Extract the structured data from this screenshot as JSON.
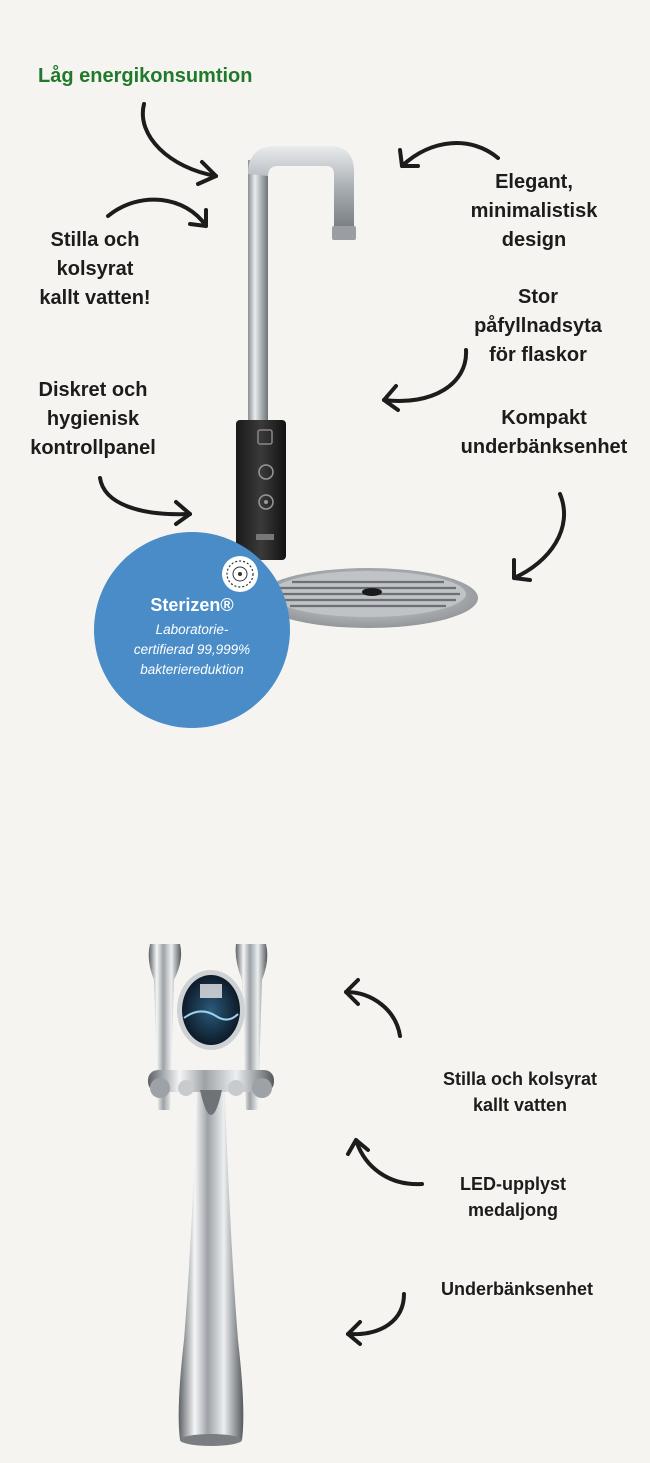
{
  "top_section": {
    "label_energy": "Låg energikonsumtion",
    "label_still": [
      "Stilla och",
      "kolsyrat",
      "kallt vatten!"
    ],
    "label_panel": [
      "Diskret och",
      "hygienisk",
      "kontrollpanel"
    ],
    "label_design": [
      "Elegant,",
      "minimalistisk",
      "design"
    ],
    "label_refill": [
      "Stor",
      "påfyllnadsyta",
      "för flaskor"
    ],
    "label_compact": [
      "Kompakt",
      "underbänksenhet"
    ],
    "badge": {
      "title": "Sterizen®",
      "subtitle": [
        "Laboratorie-",
        "certifierad 99,999%",
        "bakteriereduktion"
      ]
    }
  },
  "bottom_section": {
    "label_still": [
      "Stilla och kolsyrat",
      "kallt vatten"
    ],
    "label_led": [
      "LED-upplyst",
      "medaljong"
    ],
    "label_under": "Underbänksenhet"
  },
  "colors": {
    "background": "#f5f4f0",
    "accent_green": "#217a2b",
    "badge_blue": "#4a8cc8",
    "text": "#1c1c1c"
  }
}
